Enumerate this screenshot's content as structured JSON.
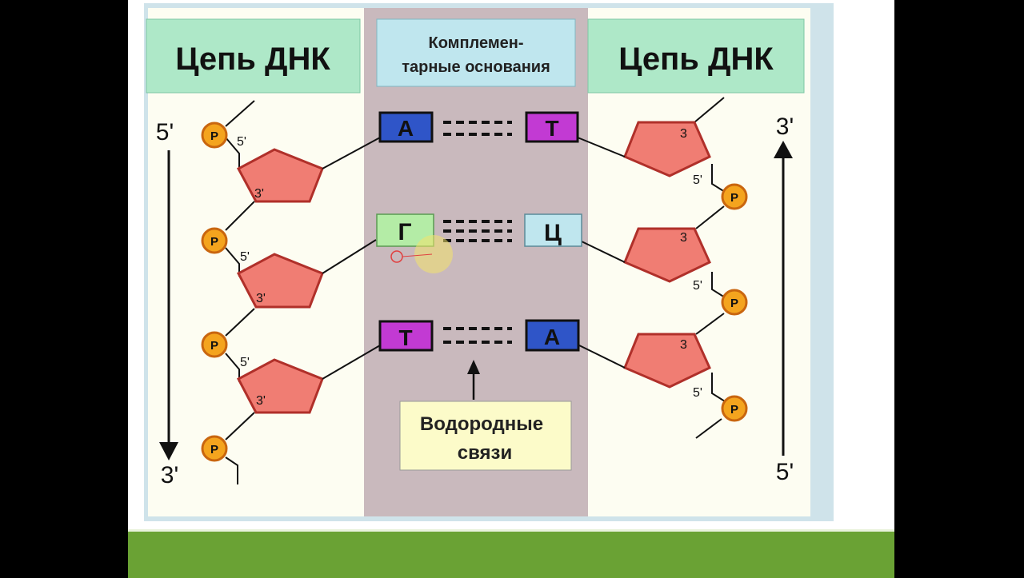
{
  "header": {
    "left_title": "Цепь ДНК",
    "right_title": "Цепь ДНК",
    "center_title_line1": "Комплемен-",
    "center_title_line2": "тарные основания"
  },
  "hydrogen_bonds_label": {
    "line1": "Водородные",
    "line2": "связи"
  },
  "left_strand": {
    "top_end": "5'",
    "bottom_end": "3'",
    "phosphate": "P",
    "carbon_5": "5'",
    "carbon_3": "3'"
  },
  "right_strand": {
    "top_end": "3'",
    "bottom_end": "5'",
    "phosphate": "P",
    "carbon_5": "5'",
    "carbon_3": "3"
  },
  "base_pairs": [
    {
      "left": "А",
      "right": "Т",
      "bonds": 2
    },
    {
      "left": "Г",
      "right": "Ц",
      "bonds": 3
    },
    {
      "left": "Т",
      "right": "А",
      "bonds": 2
    }
  ],
  "colors": {
    "title_box": "#aee8c8",
    "center_panel": "#c9b9bd",
    "sugar": "#f07d73",
    "phosphate": "#f4a41e",
    "adenine": "#2f55c8",
    "thymine": "#c23ad3",
    "guanine": "#b4eca6",
    "cytosine": "#bfe6ee",
    "label_box": "#fcfbc9",
    "bottom_band": "#6aa234"
  }
}
